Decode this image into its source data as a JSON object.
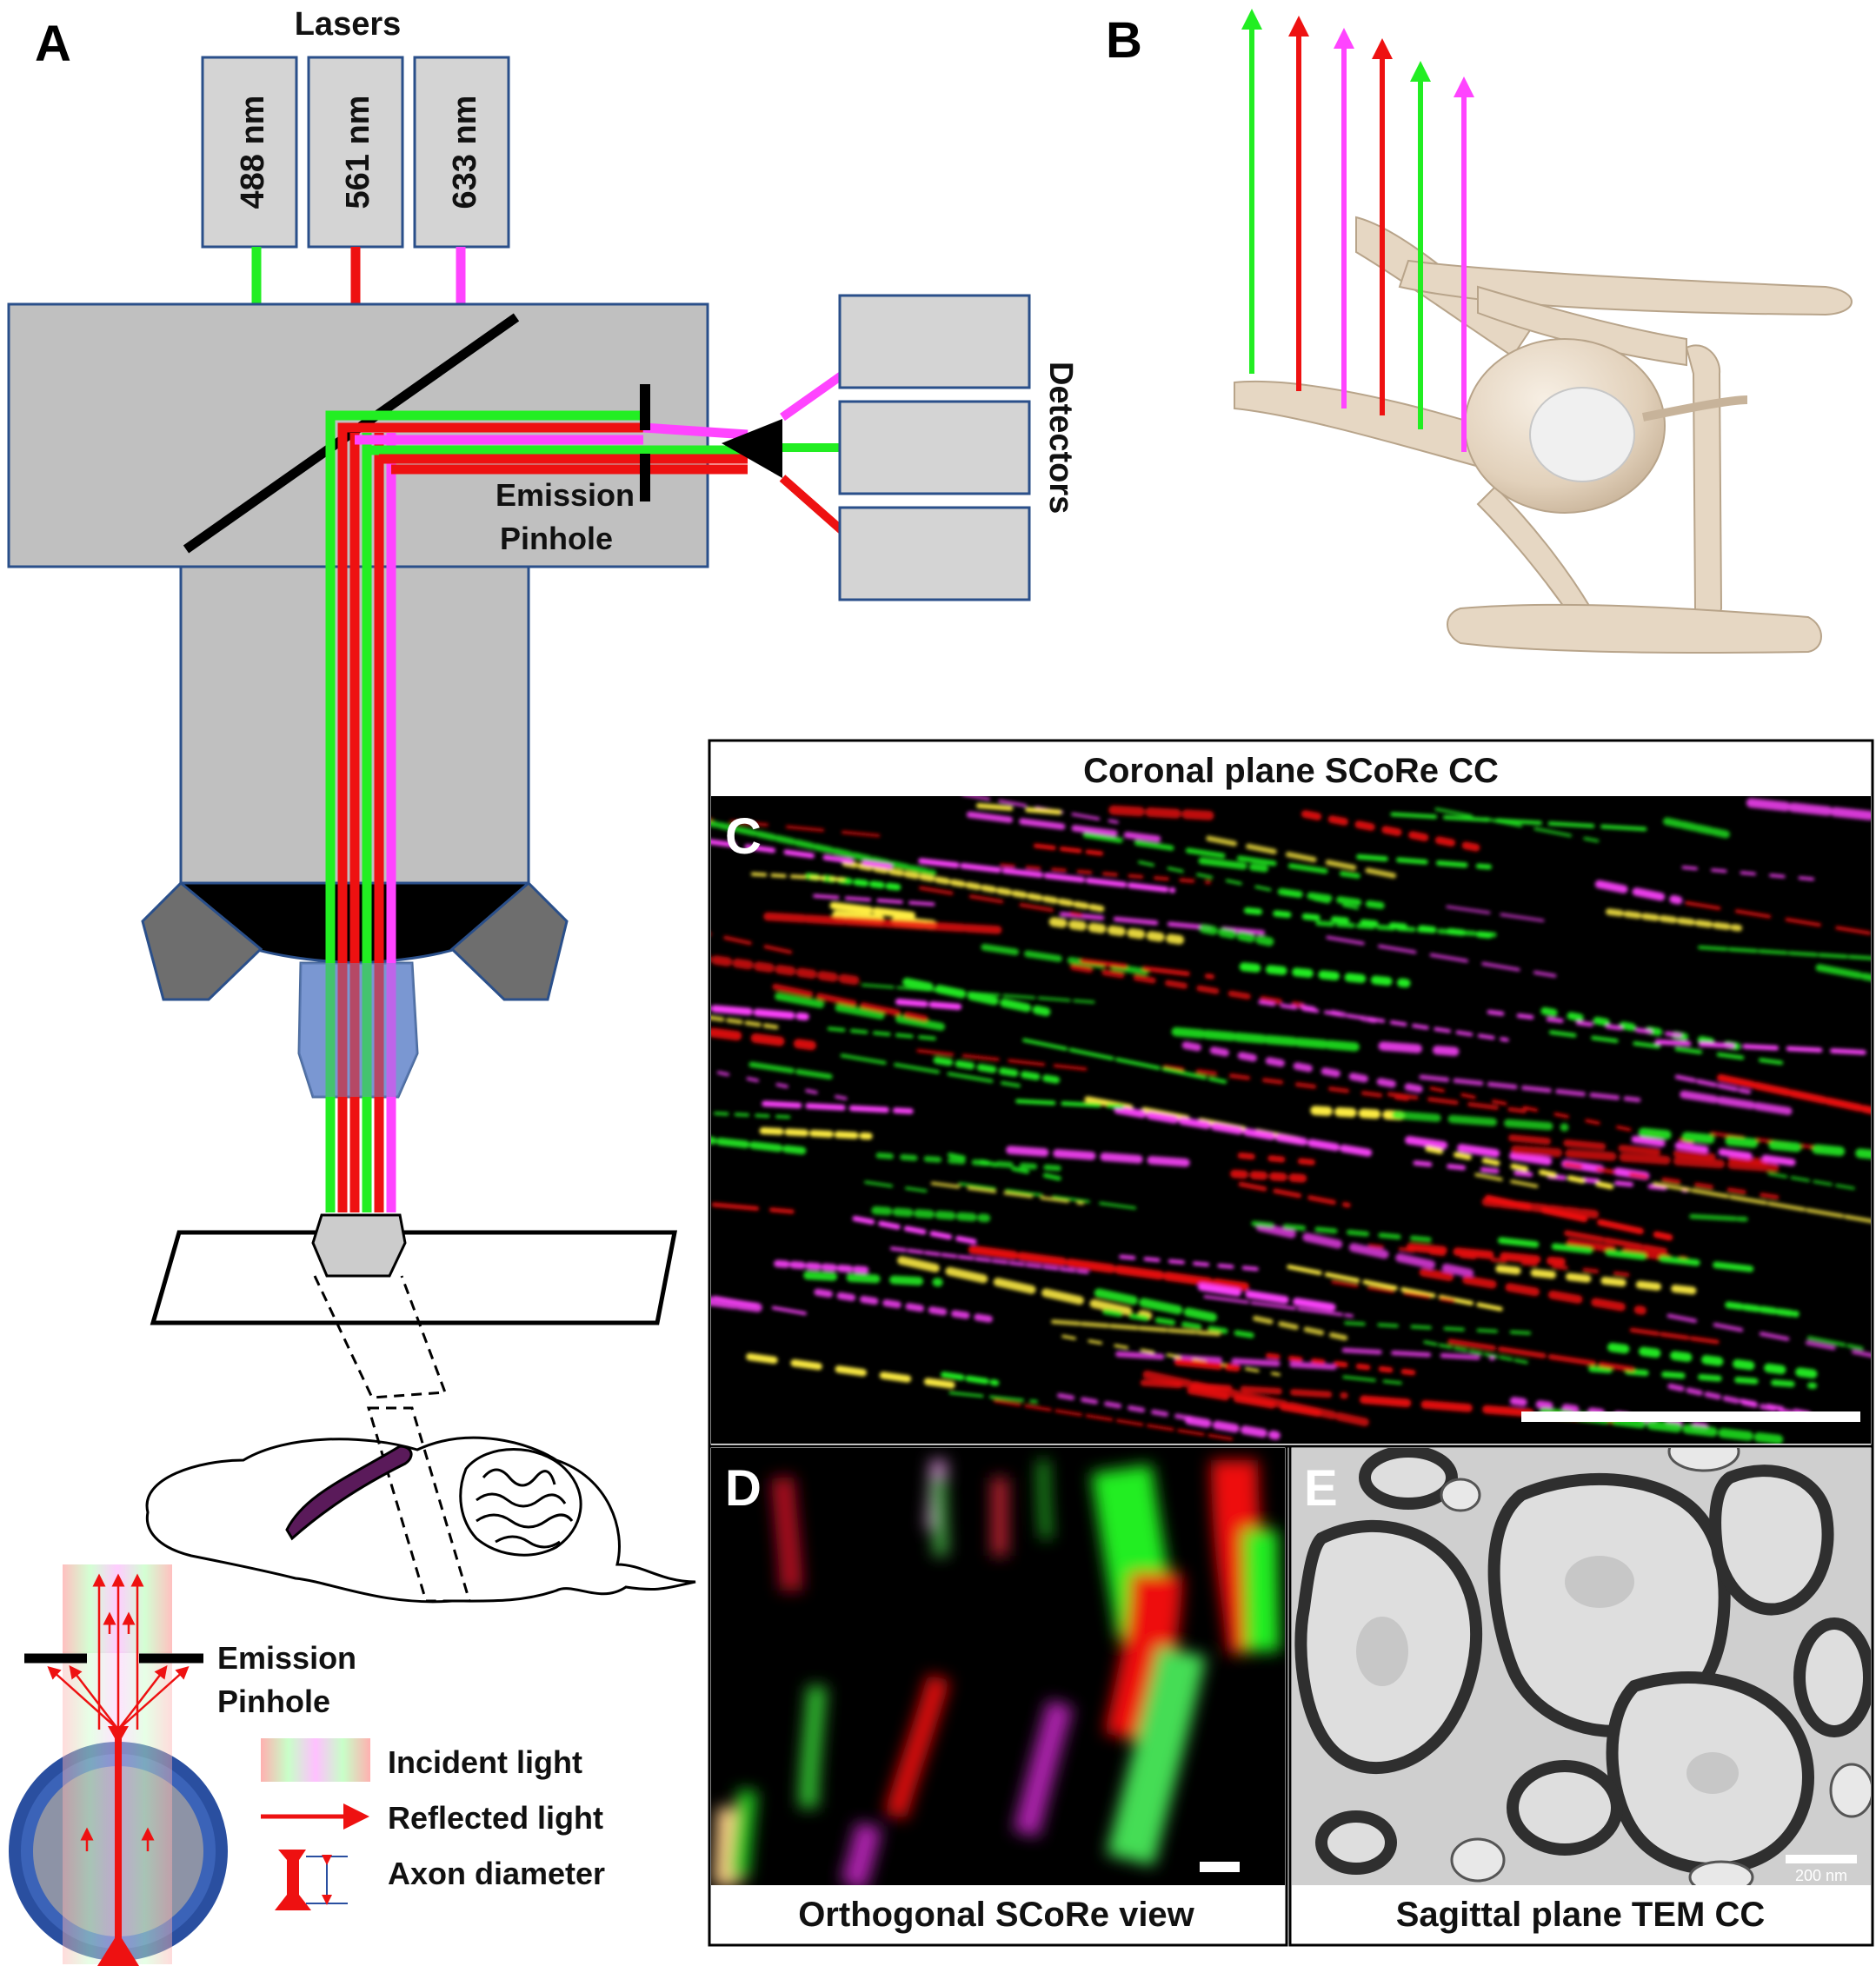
{
  "panel_a": {
    "letter": "A",
    "lasers_title": "Lasers",
    "lasers": [
      "488 nm",
      "561 nm",
      "633 nm"
    ],
    "detectors_label": "Detectors",
    "emission_pinhole_line1": "Emission",
    "emission_pinhole_line2": "Pinhole",
    "inset_pinhole_line1": "Emission",
    "inset_pinhole_line2": "Pinhole",
    "legend": {
      "incident": "Incident light",
      "reflected": "Reflected light",
      "axon": "Axon diameter"
    }
  },
  "panel_b": {
    "letter": "B"
  },
  "panel_c": {
    "letter": "C",
    "title": "Coronal plane SCoRe CC"
  },
  "panel_d": {
    "letter": "D",
    "caption": "Orthogonal SCoRe view"
  },
  "panel_e": {
    "letter": "E",
    "caption": "Sagittal plane TEM CC",
    "scale": "200 nm"
  },
  "colors": {
    "green": "#22ee22",
    "red": "#ee1111",
    "magenta": "#ff44ff",
    "housing": "#c0c0c0",
    "objective_blue": "#6f8fcf",
    "axon_blue": "#2a4fa0",
    "cell": "#e6d7c3",
    "tem_bg": "#cfcfcf"
  },
  "icons": [
    "laser-beam",
    "dichroic-mirror",
    "objective-lens",
    "brain-outline",
    "axon-cross-section",
    "neuron-3d-model",
    "arrow-icon"
  ]
}
